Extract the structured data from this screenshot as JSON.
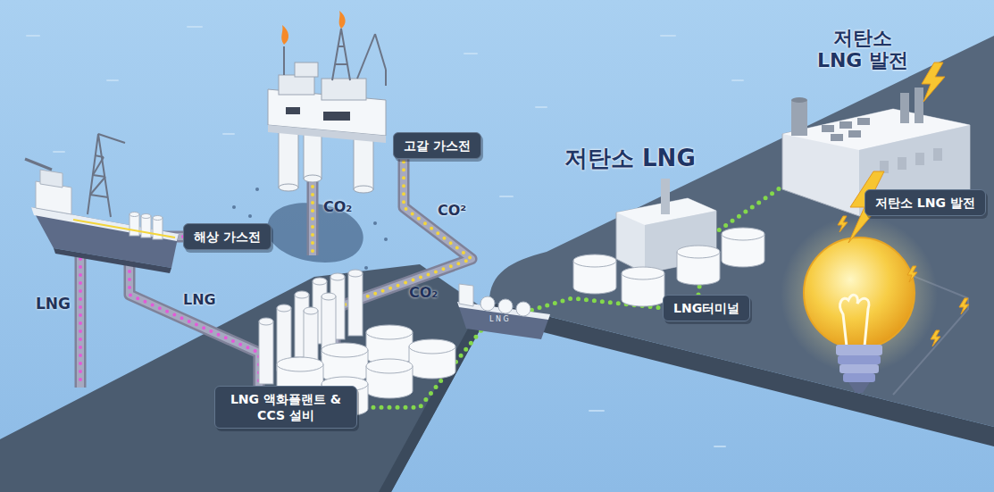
{
  "diagram": {
    "nodes": [
      {
        "text": [
          "해상 가스전"
        ]
      },
      {
        "text": [
          "고갈 가스전"
        ]
      },
      {
        "text": [
          "LNG 액화플랜트 & CCS 설비"
        ]
      },
      {
        "text": [
          "LNG터미널"
        ]
      },
      {
        "text": [
          "저탄소 LNG 발전"
        ]
      }
    ],
    "edges": [
      {
        "from": 0,
        "to": 2,
        "label": "LNG",
        "arrow": "none"
      },
      {
        "from": 2,
        "to": 1,
        "label": "CO²",
        "arrow": "none"
      },
      {
        "from": 2,
        "to": 3,
        "arrow": "none"
      },
      {
        "from": 3,
        "to": 4,
        "arrow": "none"
      }
    ],
    "labels": [
      "저탄소 LNG 발전",
      "저탄소 LNG",
      "LNG",
      "CO₂",
      "CO₂",
      "L N G"
    ]
  }
}
